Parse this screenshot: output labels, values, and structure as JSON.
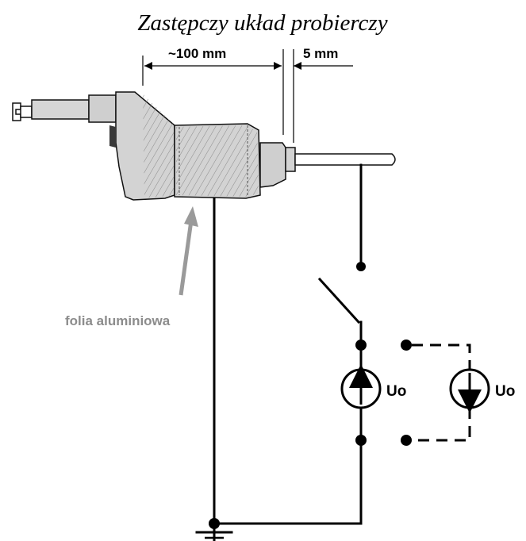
{
  "title": "Zastępczy układ probierczy",
  "dimensions": {
    "length_label": "~100 mm",
    "gap_label": "5 mm"
  },
  "foil_label": "folia aluminiowa",
  "sources": {
    "left_label": "Uo",
    "right_label": "Uo"
  },
  "colors": {
    "wire": "#000000",
    "tool_body": "#d3d3d3",
    "foil_text": "#8c8c8c",
    "foil_arrow": "#9a9a9a"
  }
}
